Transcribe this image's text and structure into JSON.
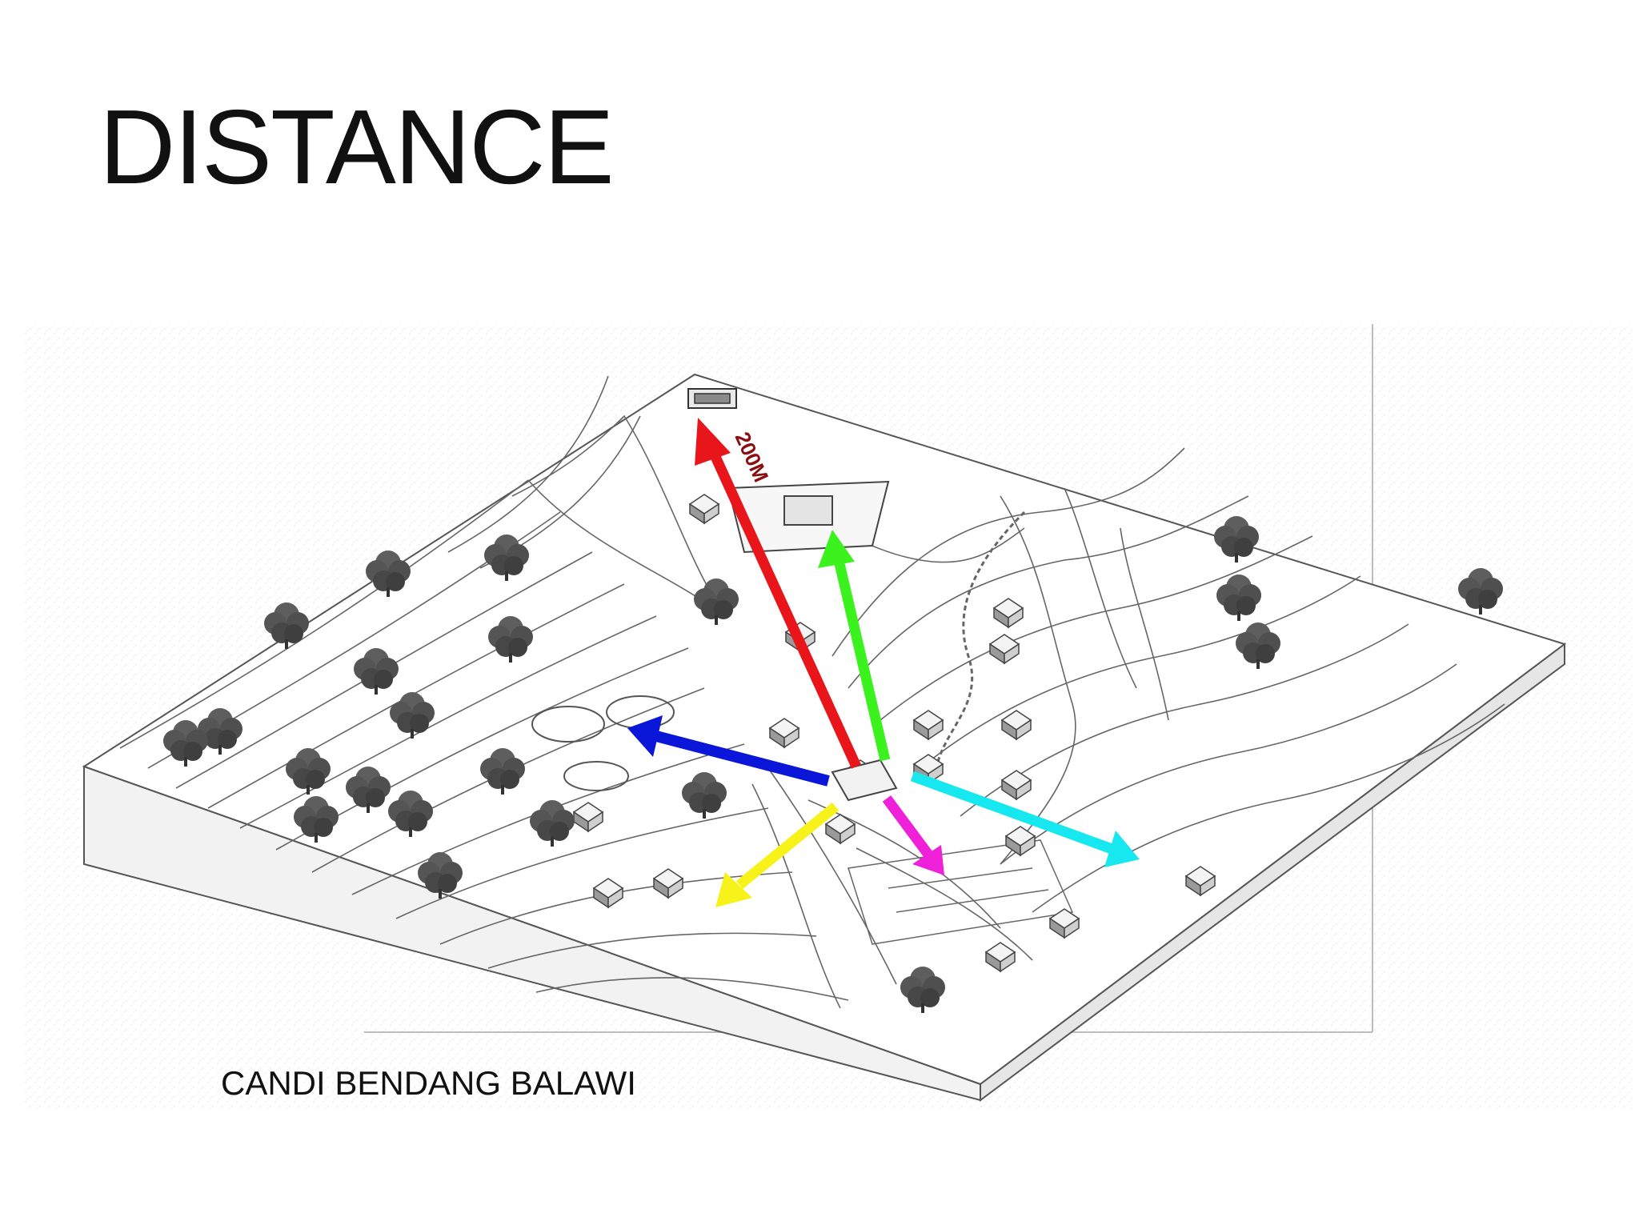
{
  "slide": {
    "title": "DISTANCE",
    "caption": "CANDI BENDANG BALAWI"
  },
  "diagram": {
    "distance_label": "200M",
    "arrows": [
      {
        "name": "red-arrow",
        "color": "#e8161b"
      },
      {
        "name": "green-arrow",
        "color": "#3cf21e"
      },
      {
        "name": "blue-arrow",
        "color": "#0a17d8"
      },
      {
        "name": "cyan-arrow",
        "color": "#17e7ee"
      },
      {
        "name": "magenta-arrow",
        "color": "#ee20d8"
      },
      {
        "name": "yellow-arrow",
        "color": "#f6f21a"
      }
    ],
    "icons": {
      "tree": "tree-icon",
      "building": "building-icon"
    }
  }
}
